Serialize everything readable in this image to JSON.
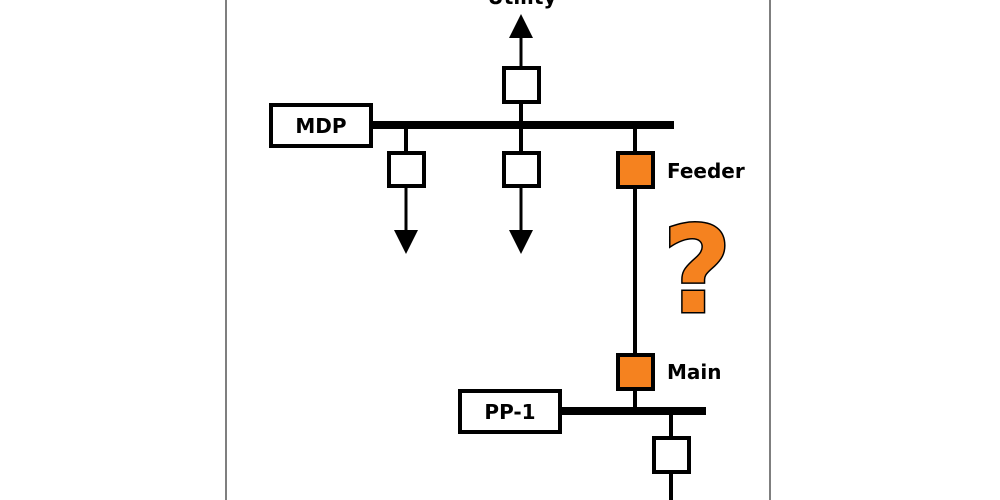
{
  "diagram": {
    "utility_label": "Utility",
    "mdp_label": "MDP",
    "feeder_label": "Feeder",
    "question_mark": "?",
    "main_label": "Main",
    "pp1_label": "PP-1"
  },
  "colors": {
    "highlight": "#f5821f",
    "line": "#000000",
    "background": "#ffffff"
  }
}
